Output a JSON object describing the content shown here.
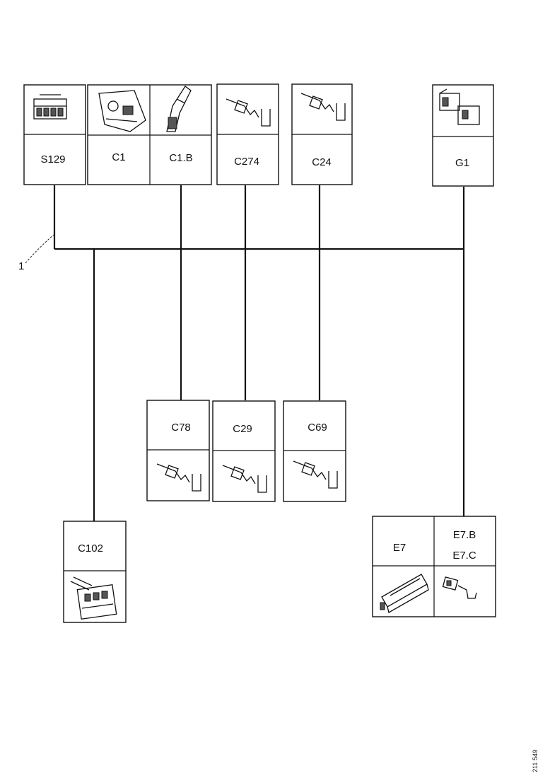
{
  "connectors": {
    "s129": "S129",
    "c1": "C1",
    "c1b": "C1.B",
    "c274": "C274",
    "c24": "C24",
    "g1": "G1",
    "c78": "C78",
    "c29": "C29",
    "c69": "C69",
    "c102": "C102",
    "e7": "E7",
    "e7b": "E7.B",
    "e7c": "E7.C"
  },
  "callout": "1",
  "reference": "211 549"
}
